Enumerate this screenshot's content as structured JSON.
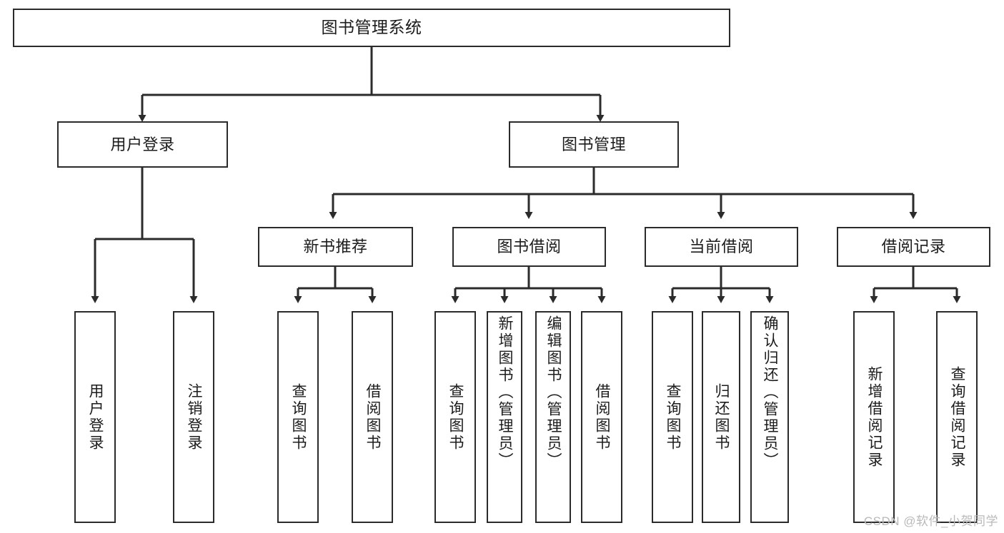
{
  "diagram": {
    "title": "图书管理系统",
    "type": "tree",
    "orientation": "top-down",
    "line_color": "#2b2b2b",
    "box_fill": "#ffffff",
    "text_color": "#1c1c1c",
    "root": {
      "label": "图书管理系统"
    },
    "level2": [
      {
        "label": "用户登录"
      },
      {
        "label": "图书管理"
      }
    ],
    "level3": [
      {
        "label": "新书推荐"
      },
      {
        "label": "图书借阅"
      },
      {
        "label": "当前借阅"
      },
      {
        "label": "借阅记录"
      }
    ],
    "leaves": {
      "user_login": [
        {
          "label": "用户登录"
        },
        {
          "label": "注销登录"
        }
      ],
      "new_book_recommend": [
        {
          "label": "查询图书"
        },
        {
          "label": "借阅图书"
        }
      ],
      "book_borrow": [
        {
          "label": "查询图书"
        },
        {
          "label": "新增图书（管理员）"
        },
        {
          "label": "编辑图书（管理员）"
        },
        {
          "label": "借阅图书"
        }
      ],
      "current_borrow": [
        {
          "label": "查询图书"
        },
        {
          "label": "归还图书"
        },
        {
          "label": "确认归还（管理员）"
        }
      ],
      "borrow_record": [
        {
          "label": "新增借阅记录"
        },
        {
          "label": "查询借阅记录"
        }
      ]
    }
  },
  "watermark": {
    "text": "CSDN @软件_小贺同学"
  }
}
